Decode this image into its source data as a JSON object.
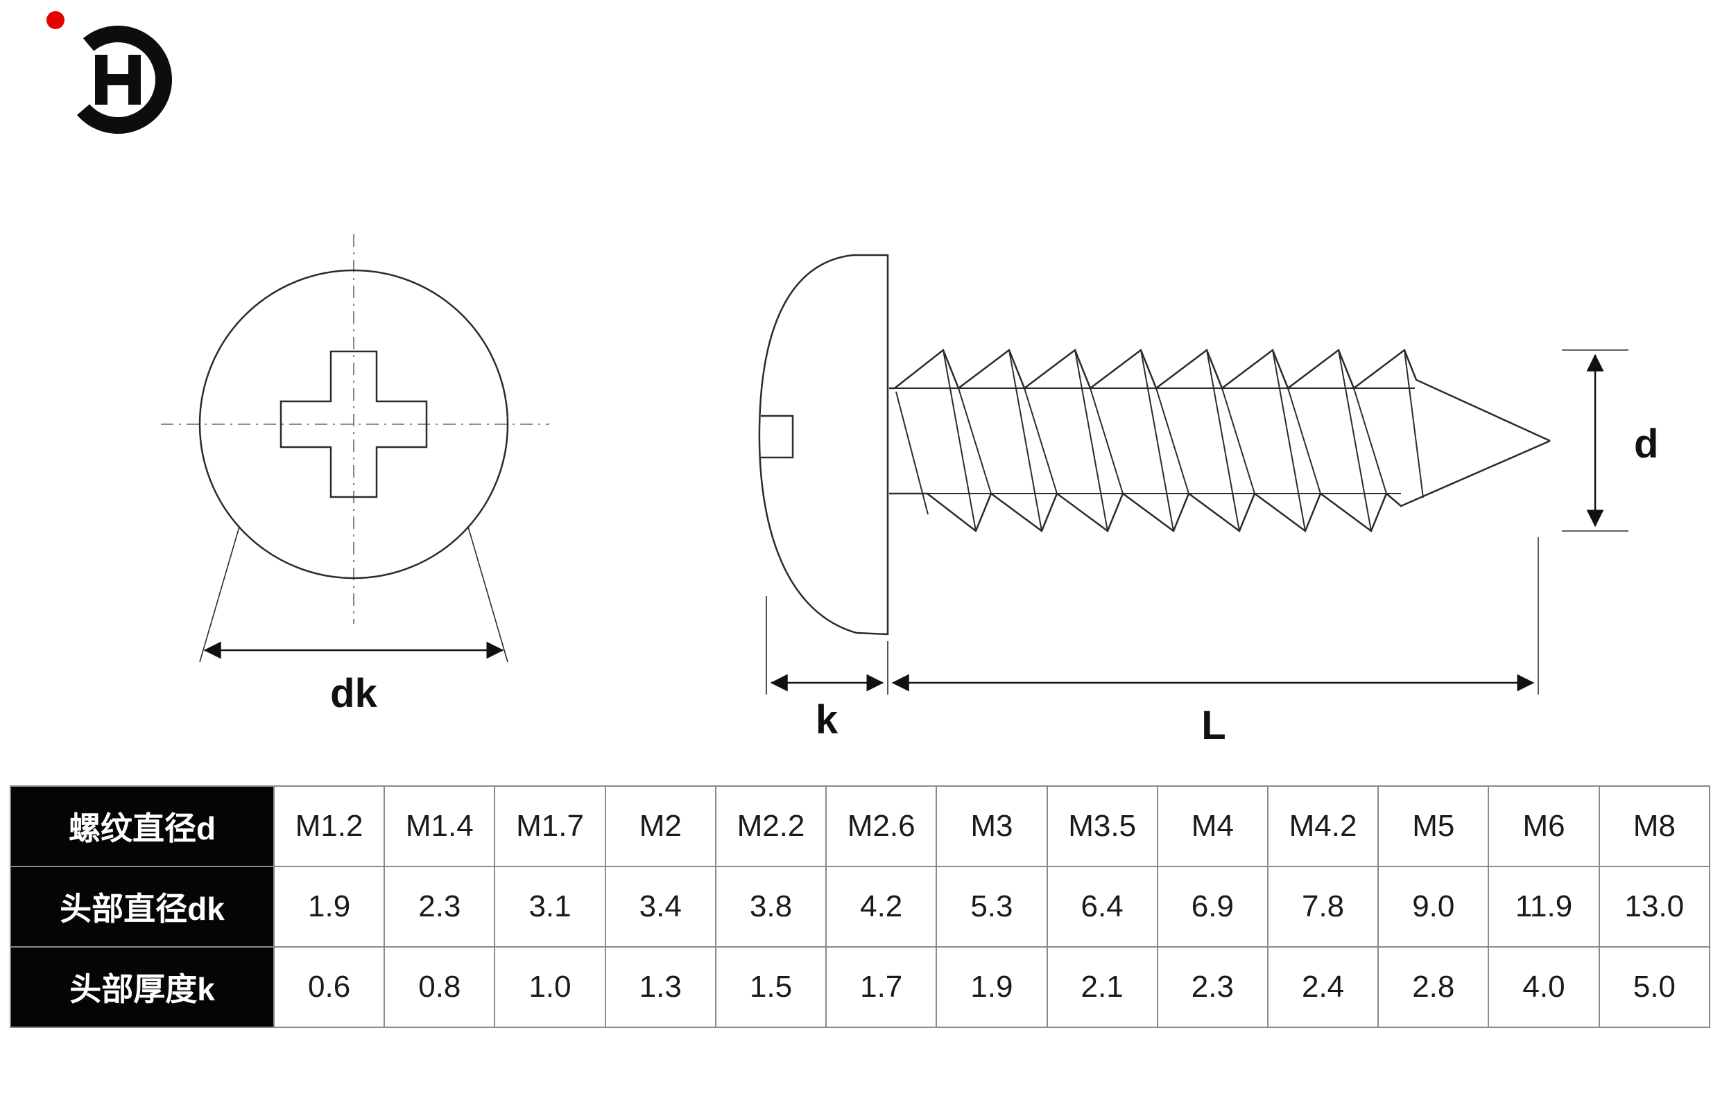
{
  "logo": {
    "name": "JH brand logo",
    "accent_color": "#e60000",
    "main_color": "#0d0d0d"
  },
  "diagram": {
    "front_view": {
      "dim_label": "dk"
    },
    "side_view": {
      "dim_head_label": "k",
      "dim_length_label": "L",
      "dim_diameter_label": "d"
    }
  },
  "table": {
    "border_color": "#8a8a8a",
    "header_bg": "#050505",
    "header_text_color": "#ffffff",
    "rows": [
      {
        "header": "螺纹直径d",
        "values": [
          "M1.2",
          "M1.4",
          "M1.7",
          "M2",
          "M2.2",
          "M2.6",
          "M3",
          "M3.5",
          "M4",
          "M4.2",
          "M5",
          "M6",
          "M8"
        ]
      },
      {
        "header": "头部直径dk",
        "values": [
          "1.9",
          "2.3",
          "3.1",
          "3.4",
          "3.8",
          "4.2",
          "5.3",
          "6.4",
          "6.9",
          "7.8",
          "9.0",
          "11.9",
          "13.0"
        ]
      },
      {
        "header": "头部厚度k",
        "values": [
          "0.6",
          "0.8",
          "1.0",
          "1.3",
          "1.5",
          "1.7",
          "1.9",
          "2.1",
          "2.3",
          "2.4",
          "2.8",
          "4.0",
          "5.0"
        ]
      }
    ]
  }
}
